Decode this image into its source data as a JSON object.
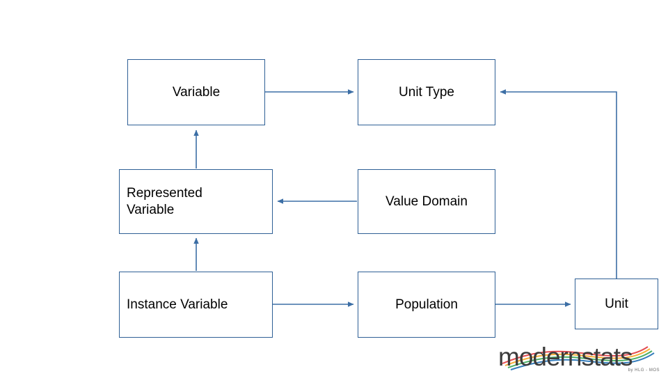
{
  "diagram": {
    "type": "flow-diagram",
    "nodes": [
      {
        "id": "variable",
        "label": "Variable",
        "align": "center"
      },
      {
        "id": "unit-type",
        "label": "Unit Type",
        "align": "center"
      },
      {
        "id": "represented",
        "label": "Represented\nVariable",
        "line1": "Represented",
        "line2": "Variable",
        "align": "left"
      },
      {
        "id": "value-domain",
        "label": "Value Domain",
        "align": "center"
      },
      {
        "id": "instance-variable",
        "label": "Instance Variable",
        "align": "left"
      },
      {
        "id": "population",
        "label": "Population",
        "align": "center"
      },
      {
        "id": "unit",
        "label": "Unit",
        "align": "center"
      }
    ],
    "edges": [
      {
        "from": "variable",
        "to": "unit-type",
        "direction": "right"
      },
      {
        "from": "unit",
        "to": "unit-type",
        "direction": "up-left"
      },
      {
        "from": "value-domain",
        "to": "represented",
        "direction": "left"
      },
      {
        "from": "represented",
        "to": "variable",
        "direction": "up"
      },
      {
        "from": "instance-variable",
        "to": "represented",
        "direction": "up"
      },
      {
        "from": "instance-variable",
        "to": "population",
        "direction": "right"
      },
      {
        "from": "population",
        "to": "unit",
        "direction": "right"
      }
    ],
    "colors": {
      "node_border": "#2e5f95",
      "arrow": "#3c6ea5",
      "background": "#ffffff",
      "text": "#000000"
    }
  },
  "logo": {
    "word": "modernstats",
    "subtitle": "by HLG - MOS",
    "colors": [
      "#e03a3e",
      "#f5a623",
      "#3aa655",
      "#1f6fb4",
      "#8e4b9e"
    ]
  }
}
